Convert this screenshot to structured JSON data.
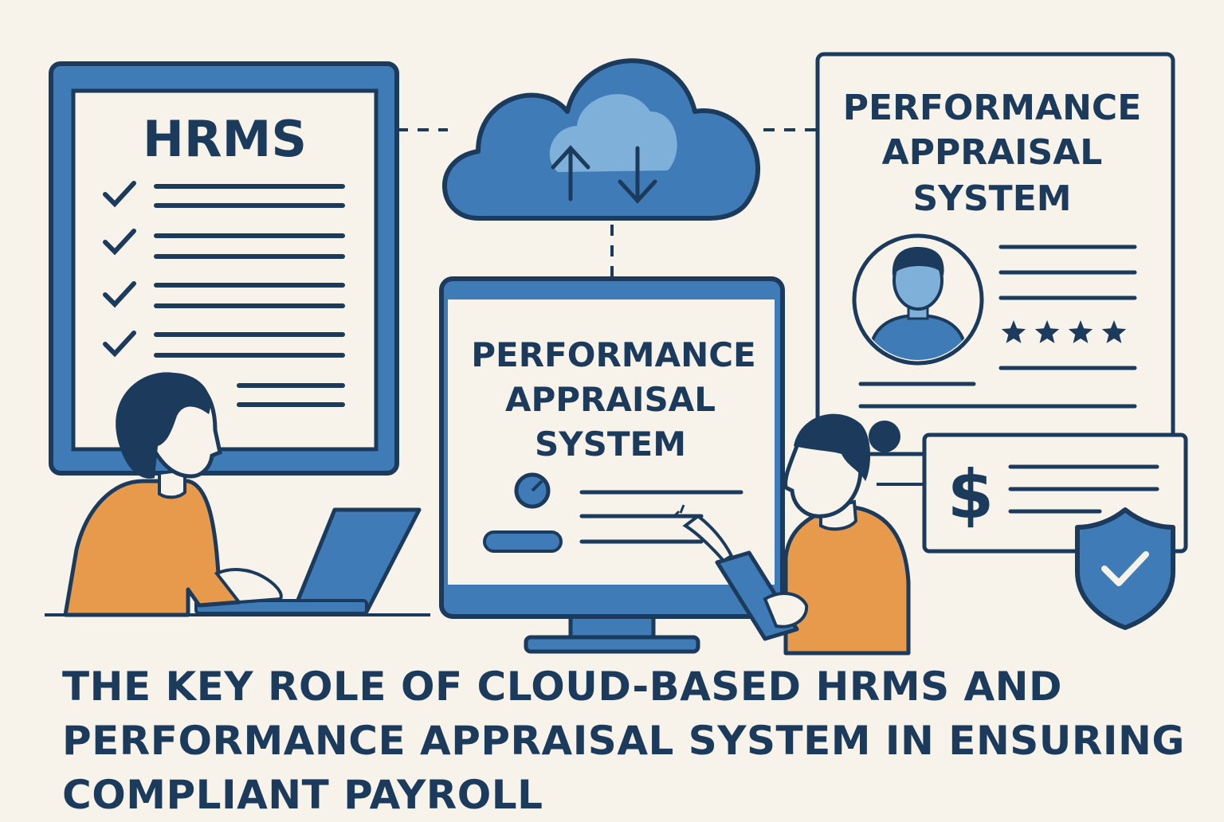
{
  "hrms_monitor": {
    "title": "HRMS"
  },
  "center_monitor": {
    "title_lines": [
      "PERFORMANCE",
      "APPRAISAL",
      "SYSTEM"
    ]
  },
  "appraisal_document": {
    "title_lines": [
      "PERFORMANCE",
      "APPRAISAL",
      "SYSTEM"
    ],
    "rating_stars": 4
  },
  "payroll_card": {
    "currency_symbol": "$"
  },
  "headline": {
    "lines": [
      "THE KEY ROLE OF CLOUD-BASED HRMS AND",
      "PERFORMANCE APPRAISAL SYSTEM IN ENSURING",
      "COMPLIANT PAYROLL"
    ]
  },
  "colors": {
    "navy": "#1b3a5c",
    "blue": "#3f7cb7",
    "light_blue": "#7fb0da",
    "orange": "#e79a4c",
    "background": "#f7f3ea"
  }
}
